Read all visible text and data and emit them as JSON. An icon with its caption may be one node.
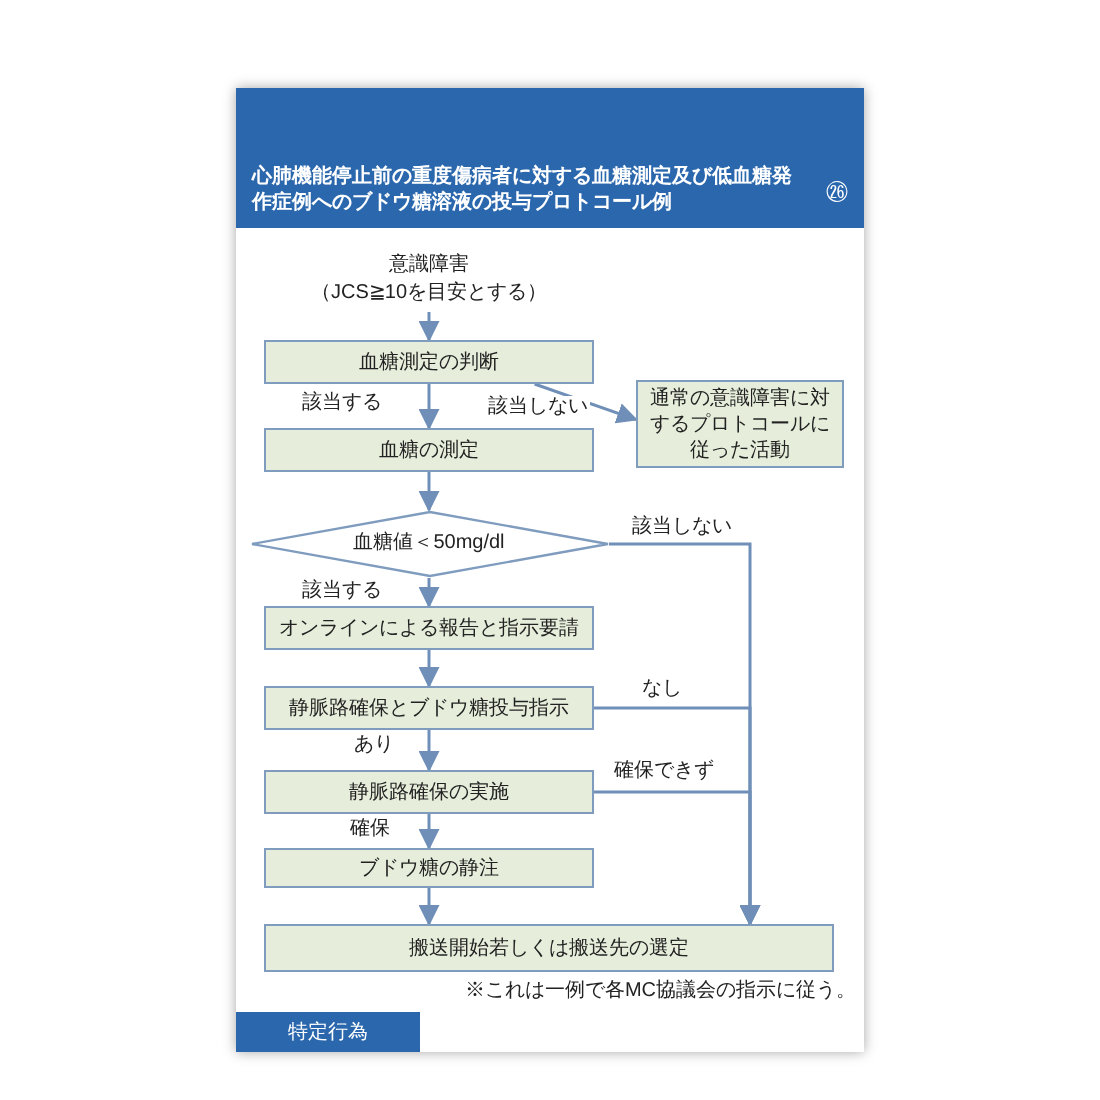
{
  "diagram": {
    "title": "心肺機能停止前の重度傷病者に対する血糖測定及び低血糖発作症例へのブドウ糖溶液の投与プロトコール例",
    "nodes": [
      {
        "text": [
          "意識障害",
          "（JCS≧10を目安とする）"
        ]
      },
      {
        "text": [
          "血糖測定の判断"
        ]
      },
      {
        "text": [
          "通常の意識障害に対するプロトコールに従った活動"
        ]
      },
      {
        "text": [
          "血糖の測定"
        ]
      },
      {
        "text": [
          "血糖値＜50mg/dl"
        ]
      },
      {
        "text": [
          "オンラインによる報告と指示要請"
        ]
      },
      {
        "text": [
          "静脈路確保とブドウ糖投与指示"
        ]
      },
      {
        "text": [
          "静脈路確保の実施"
        ]
      },
      {
        "text": [
          "ブドウ糖の静注"
        ]
      },
      {
        "text": [
          "搬送開始若しくは搬送先の選定"
        ]
      }
    ],
    "edges": [
      {
        "from": 0,
        "to": 1,
        "arrow": "to"
      },
      {
        "from": 1,
        "to": 3,
        "arrow": "to",
        "label": "該当する"
      },
      {
        "from": 1,
        "to": 2,
        "arrow": "to",
        "label": "該当しない"
      },
      {
        "from": 3,
        "to": 4,
        "arrow": "to"
      },
      {
        "from": 4,
        "to": 9,
        "arrow": "to",
        "label": "該当しない"
      },
      {
        "from": 4,
        "to": 5,
        "arrow": "to",
        "label": "該当する"
      },
      {
        "from": 5,
        "to": 6,
        "arrow": "to"
      },
      {
        "from": 6,
        "to": 9,
        "arrow": "to",
        "label": "なし"
      },
      {
        "from": 6,
        "to": 7,
        "arrow": "to",
        "label": "あり"
      },
      {
        "from": 7,
        "to": 9,
        "arrow": "to",
        "label": "確保できず"
      },
      {
        "from": 7,
        "to": 8,
        "arrow": "to",
        "label": "確保"
      },
      {
        "from": 8,
        "to": 9,
        "arrow": "to"
      }
    ],
    "labels": [
      "㉖",
      "※これは一例で各MC協議会の指示に従う。",
      "特定行為"
    ]
  }
}
